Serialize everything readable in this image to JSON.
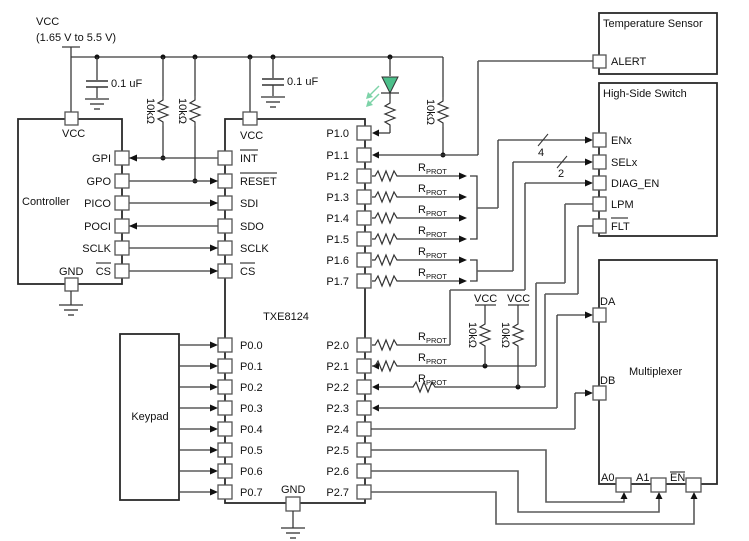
{
  "supply": {
    "label": "VCC",
    "range": "(1.65 V to 5.5 V)"
  },
  "capacitors": [
    {
      "label": "0.1 uF"
    },
    {
      "label": "0.1 uF"
    }
  ],
  "pullups": {
    "value": "10kΩ",
    "vcc_label": "VCC"
  },
  "controller": {
    "title": "Controller",
    "vcc_pin": "VCC",
    "gnd_pin": "GND",
    "pins": [
      "GPI",
      "GPO",
      "PICO",
      "POCI",
      "SCLK",
      "CS"
    ]
  },
  "expander": {
    "title": "TXE8124",
    "vcc_pin": "VCC",
    "gnd_pin": "GND",
    "left_pins": [
      "INT",
      "RESET",
      "SDI",
      "SDO",
      "SCLK",
      "CS"
    ],
    "p0_pins": [
      "P0.0",
      "P0.1",
      "P0.2",
      "P0.3",
      "P0.4",
      "P0.5",
      "P0.6",
      "P0.7"
    ],
    "p1_pins": [
      "P1.0",
      "P1.1",
      "P1.2",
      "P1.3",
      "P1.4",
      "P1.5",
      "P1.6",
      "P1.7"
    ],
    "p2_pins": [
      "P2.0",
      "P2.1",
      "P2.2",
      "P2.3",
      "P2.4",
      "P2.5",
      "P2.6",
      "P2.7"
    ]
  },
  "keypad": {
    "title": "Keypad"
  },
  "rprot": {
    "main": "R",
    "sub": "PROT"
  },
  "temperature_sensor": {
    "title": "Temperature Sensor",
    "pins": [
      "ALERT"
    ]
  },
  "high_side_switch": {
    "title": "High-Side Switch",
    "pins": [
      "ENx",
      "SELx",
      "DIAG_EN",
      "LPM",
      "FLT"
    ],
    "bus_widths": [
      "4",
      "2"
    ]
  },
  "multiplexer": {
    "title": "Multiplexer",
    "pins": [
      "DA",
      "DB"
    ],
    "bottom_pins": [
      "A0",
      "A1",
      "EN"
    ]
  },
  "colors": {
    "led": "#4cbf8a",
    "led_emission": "#7dd3a8"
  }
}
